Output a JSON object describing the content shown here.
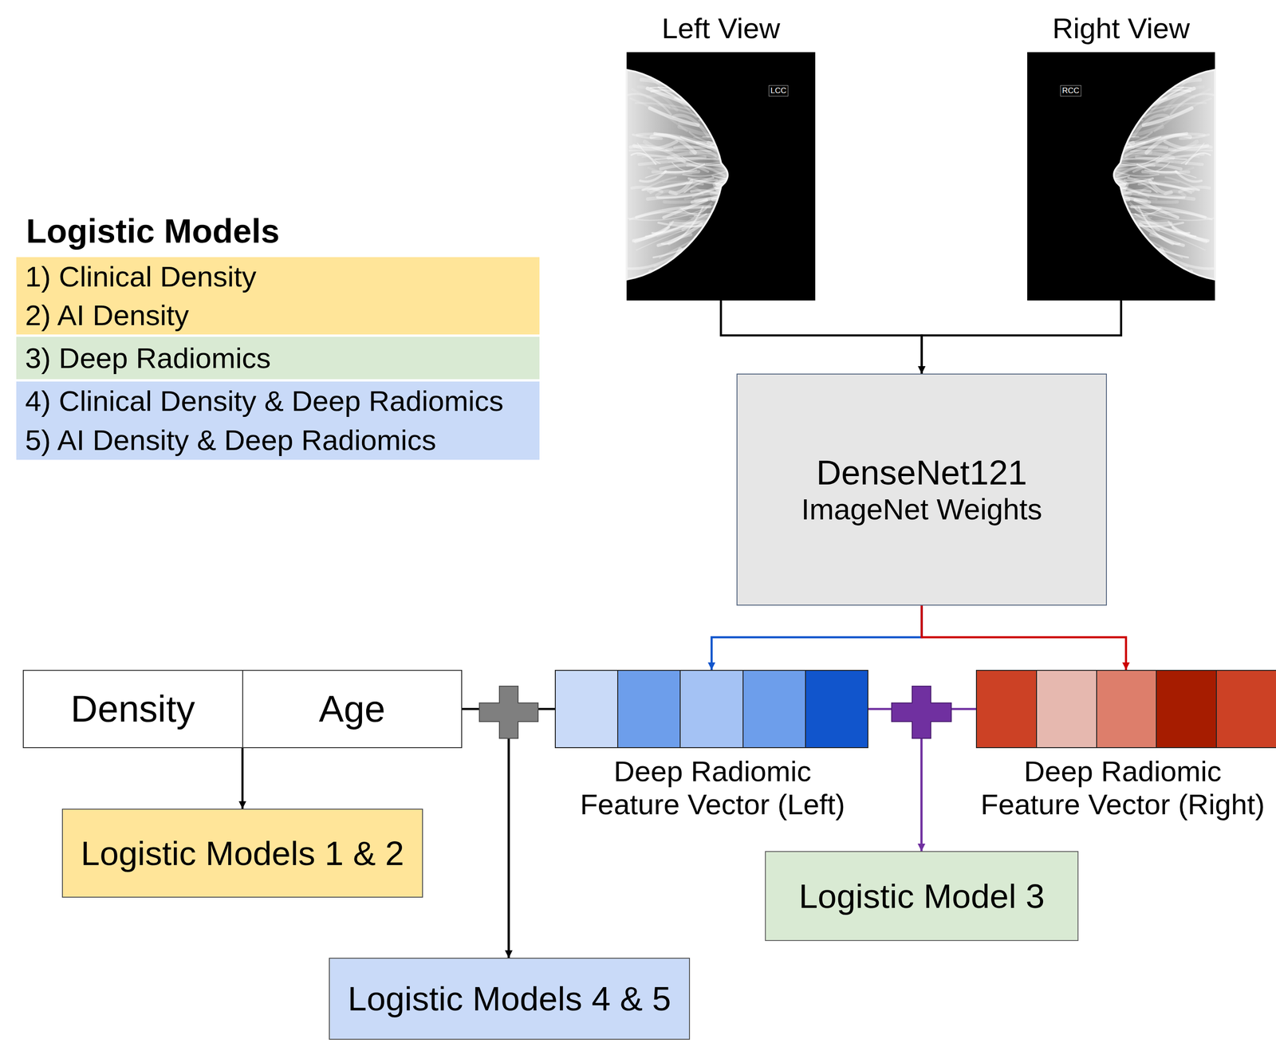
{
  "diagram": {
    "nodes": [
      {
        "text": [
          "Left View"
        ]
      },
      {
        "text": [
          "Right View"
        ]
      },
      {
        "text": [
          "DenseNet121",
          "ImageNet Weights"
        ]
      },
      {
        "text": [
          "Density",
          "Age"
        ]
      },
      {
        "text": [
          "Deep Radiomic Feature Vector (Left)"
        ]
      },
      {
        "text": [
          "Deep Radiomic Feature Vector (Right)"
        ]
      },
      {
        "text": [
          "Logistic Models 1 & 2"
        ]
      },
      {
        "text": [
          "Logistic Model 3"
        ]
      },
      {
        "text": [
          "Logistic Models 4 & 5"
        ]
      }
    ],
    "edges": [
      {
        "from": 0,
        "to": 2,
        "arrow": "to"
      },
      {
        "from": 1,
        "to": 2,
        "arrow": "to"
      },
      {
        "from": 2,
        "to": 4,
        "arrow": "to"
      },
      {
        "from": 2,
        "to": 5,
        "arrow": "to"
      },
      {
        "from": 3,
        "to": 6,
        "arrow": "to"
      },
      {
        "from": 4,
        "to": 7,
        "arrow": "to"
      },
      {
        "from": 5,
        "to": 7,
        "arrow": "to"
      },
      {
        "from": 3,
        "to": 8,
        "arrow": "to"
      },
      {
        "from": 4,
        "to": 8,
        "arrow": "to"
      }
    ],
    "labels": [
      "LCC",
      "RCC",
      "Logistic Models"
    ],
    "legend": [
      {
        "text": "1) Clinical Density",
        "color": "#ffe599"
      },
      {
        "text": "2) AI Density",
        "color": "#ffe599"
      },
      {
        "text": "3) Deep Radiomics",
        "color": "#d9ead3"
      },
      {
        "text": "4) Clinical Density & Deep Radiomics",
        "color": "#c9daf8"
      },
      {
        "text": "5) AI Density & Deep Radiomics",
        "color": "#c9daf8"
      }
    ]
  }
}
